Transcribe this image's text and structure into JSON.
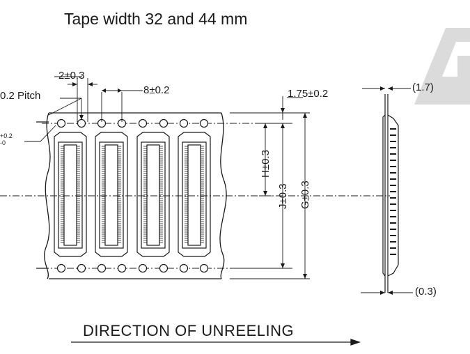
{
  "title": "Tape width 32 and 44 mm",
  "direction_label": "DIRECTION OF UNREELING",
  "dimensions": {
    "hole_diameter": "2±0.3",
    "pitch": "0.2 Pitch",
    "pocket_pitch": "8±0.2",
    "edge_to_hole": "1.75±0.2",
    "tape_thickness": "(1.7)",
    "h": "H±0.3",
    "j": "J±0.3",
    "g": "G±0.3",
    "carrier_thickness": "(0.3)",
    "tol_plus": "+0.2",
    "tol_minus": "-0"
  },
  "colors": {
    "line": "#1a1a1a",
    "background": "#ffffff",
    "logo": "#cfcfcf"
  },
  "logo": {
    "icon": "reel-logo-watermark"
  }
}
